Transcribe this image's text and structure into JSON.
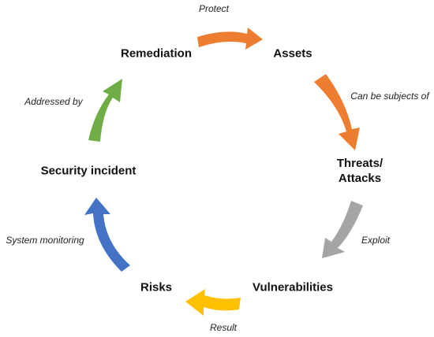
{
  "nodes": {
    "assets": "Assets",
    "threats_line1": "Threats/",
    "threats_line2": "Attacks",
    "vulnerabilities": "Vulnerabilities",
    "risks": "Risks",
    "security_incident": "Security incident",
    "remediation": "Remediation"
  },
  "edges": {
    "protect": "Protect",
    "can_be_subjects_of": "Can be subjects of",
    "exploit": "Exploit",
    "result": "Result",
    "system_monitoring": "System monitoring",
    "addressed_by": "Addressed by"
  },
  "colors": {
    "protect": "#ED7D31",
    "can_be_subjects_of": "#ED7D31",
    "exploit": "#A5A5A5",
    "result": "#FFC000",
    "system_monitoring": "#4472C4",
    "addressed_by": "#70AD47"
  }
}
